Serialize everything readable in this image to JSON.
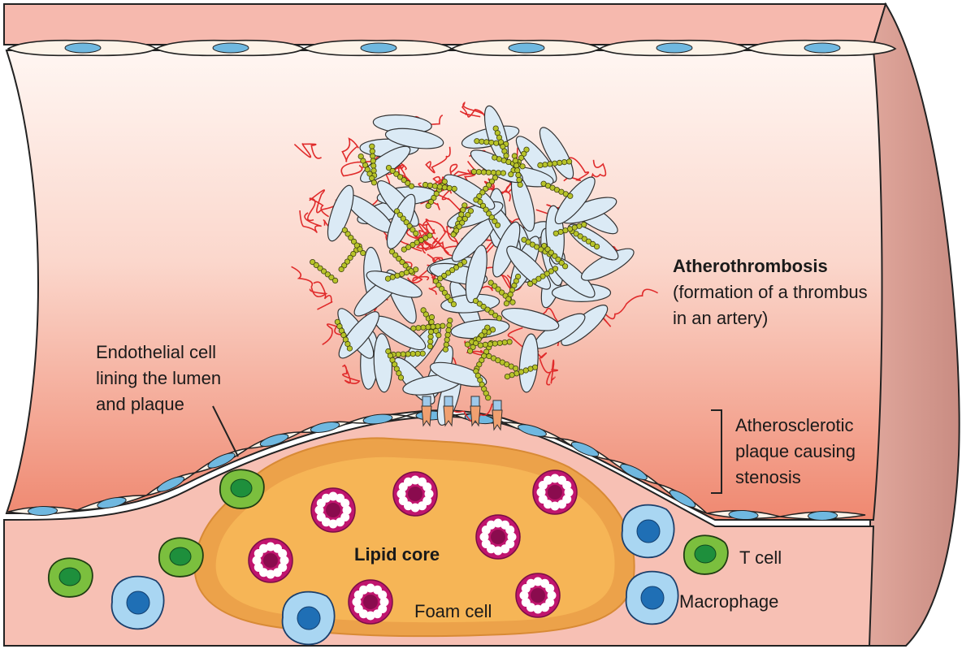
{
  "labels": {
    "atherothrombosis": {
      "title": "Atherothrombosis",
      "line1": "(formation of a thrombus",
      "line2": "in an artery)"
    },
    "endothelial": {
      "line1": "Endothelial cell",
      "line2": "lining the lumen",
      "line3": "and plaque"
    },
    "plaque": {
      "line1": "Atherosclerotic",
      "line2": "plaque causing",
      "line3": "stenosis"
    },
    "lipid_core": "Lipid core",
    "foam_cell": "Foam cell",
    "t_cell": "T cell",
    "macrophage": "Macrophage"
  },
  "colors": {
    "vessel_wall": "#f5b8ad",
    "vessel_wall_outer": "#d4968b",
    "lumen_top": "#fff4f0",
    "lumen_bottom": "#ef8a72",
    "endothelium_fill": "#fdf3e8",
    "endothelium_nucleus": "#6fb8e0",
    "lipid_core": "#f6b556",
    "lipid_core_rim": "#eca24a",
    "foam_cell": "#c0156e",
    "t_cell": "#7bbf3e",
    "t_cell_nucleus": "#1e8f3c",
    "macrophage": "#a9d6f2",
    "macrophage_nucleus": "#1f6fb5",
    "platelet": "#dbeaf5",
    "fibrin": "#e02b2b",
    "fibrin_chain": "#b8c42a"
  }
}
